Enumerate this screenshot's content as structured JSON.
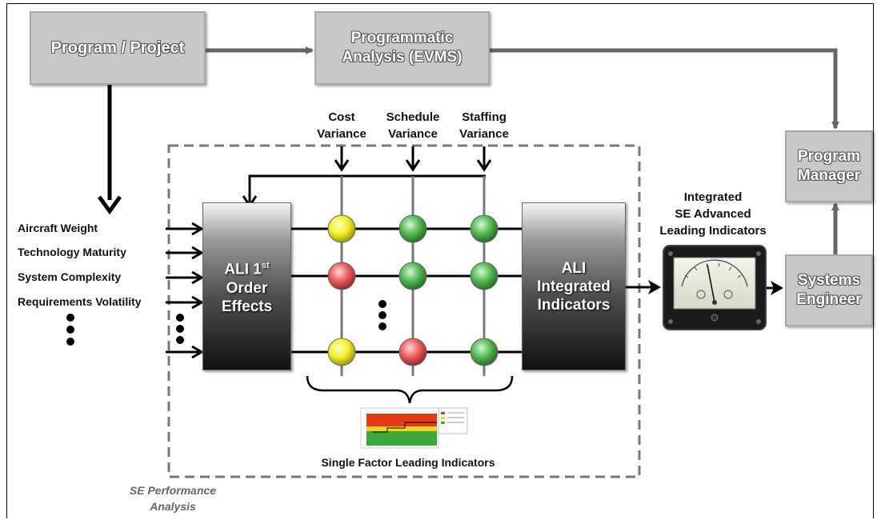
{
  "boxes": {
    "program_project": "Program / Project",
    "programmatic_line1": "Programmatic",
    "programmatic_line2": "Analysis (EVMS)",
    "program_manager_line1": "Program",
    "program_manager_line2": "Manager",
    "systems_engineer_line1": "Systems",
    "systems_engineer_line2": "Engineer"
  },
  "variances": [
    {
      "line1": "Cost",
      "line2": "Variance"
    },
    {
      "line1": "Schedule",
      "line2": "Variance"
    },
    {
      "line1": "Staffing",
      "line2": "Variance"
    }
  ],
  "inputs": [
    "Aircraft Weight",
    "Technology Maturity",
    "System Complexity",
    "Requirements Volatility"
  ],
  "ali_first_order": {
    "prefix": "ALI 1",
    "sup": "st",
    "line2": "Order",
    "line3": "Effects"
  },
  "ali_integrated": {
    "line1": "ALI",
    "line2": "Integrated",
    "line3": "Indicators"
  },
  "integrated_title": {
    "line1": "Integrated",
    "line2": "SE Advanced",
    "line3": "Leading Indicators"
  },
  "single_factor": "Single Factor Leading Indicators",
  "se_performance": {
    "line1": "SE Performance",
    "line2": "Analysis"
  },
  "indicator_colors": {
    "yellow": "#f2ee22",
    "red": "#e85a5a",
    "green": "#4fb84f"
  },
  "indicator_grid": [
    [
      "yellow",
      "green",
      "green"
    ],
    [
      "red",
      "green",
      "green"
    ],
    [
      "yellow",
      "red",
      "green"
    ]
  ]
}
